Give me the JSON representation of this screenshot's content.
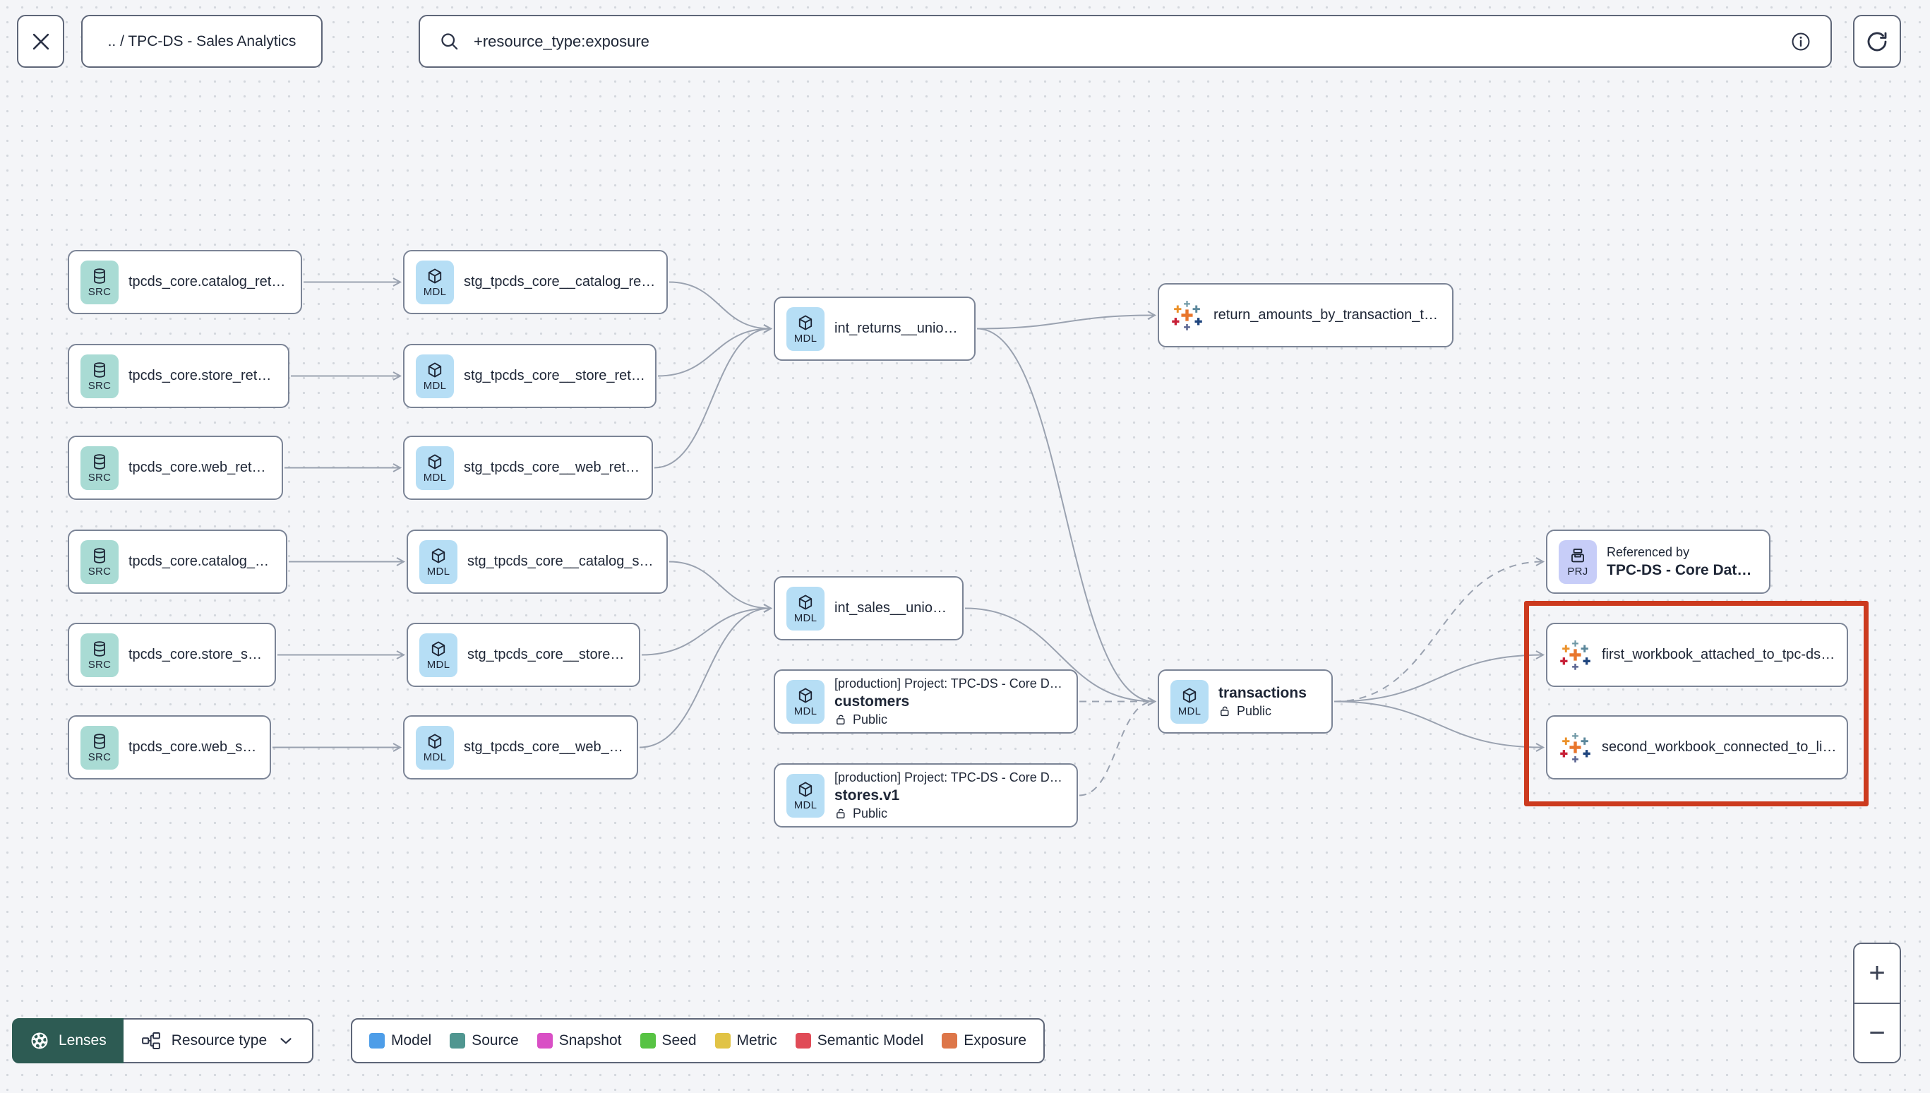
{
  "header": {
    "breadcrumb": ".. / TPC-DS - Sales Analytics",
    "search": {
      "value": "+resource_type:exposure",
      "placeholder": ""
    }
  },
  "icons": {
    "close-icon": "✕",
    "search-icon": "⌕",
    "info-icon": "ⓘ",
    "refresh-icon": "⟳",
    "chevron-down-icon": "⌄",
    "lock-icon": "🔓"
  },
  "graph": {
    "badges": {
      "source": "SRC",
      "model": "MDL",
      "project": "PRJ"
    },
    "nodes": [
      {
        "id": "src_catalog_returns",
        "type": "source",
        "label": "tpcds_core.catalog_returns"
      },
      {
        "id": "src_store_returns",
        "type": "source",
        "label": "tpcds_core.store_returns"
      },
      {
        "id": "src_web_returns",
        "type": "source",
        "label": "tpcds_core.web_returns"
      },
      {
        "id": "src_catalog_sales",
        "type": "source",
        "label": "tpcds_core.catalog_sales"
      },
      {
        "id": "src_store_sales",
        "type": "source",
        "label": "tpcds_core.store_sales"
      },
      {
        "id": "src_web_sales",
        "type": "source",
        "label": "tpcds_core.web_sales"
      },
      {
        "id": "stg_catalog_returns",
        "type": "model",
        "label": "stg_tpcds_core__catalog_returns"
      },
      {
        "id": "stg_store_returns",
        "type": "model",
        "label": "stg_tpcds_core__store_returns"
      },
      {
        "id": "stg_web_returns",
        "type": "model",
        "label": "stg_tpcds_core__web_returns"
      },
      {
        "id": "stg_catalog_sales",
        "type": "model",
        "label": "stg_tpcds_core__catalog_sales"
      },
      {
        "id": "stg_store_sales",
        "type": "model",
        "label": "stg_tpcds_core__store_sales"
      },
      {
        "id": "stg_web_sales",
        "type": "model",
        "label": "stg_tpcds_core__web_sales"
      },
      {
        "id": "int_returns_unioned",
        "type": "model",
        "label": "int_returns__unioned"
      },
      {
        "id": "int_sales_unioned",
        "type": "model",
        "label": "int_sales__unioned"
      },
      {
        "id": "customers",
        "type": "model",
        "context": "[production] Project: TPC-DS - Core Data Mo…",
        "label": "customers",
        "access": "Public"
      },
      {
        "id": "stores_v1",
        "type": "model",
        "context": "[production] Project: TPC-DS - Core Data Mo…",
        "label": "stores.v1",
        "access": "Public"
      },
      {
        "id": "return_amounts_by_transaction_type",
        "type": "exposure",
        "label": "return_amounts_by_transaction_type"
      },
      {
        "id": "transactions",
        "type": "model",
        "label": "transactions",
        "access": "Public"
      },
      {
        "id": "referenced_by",
        "type": "project",
        "context": "Referenced by",
        "label": "TPC-DS - Core Data Models"
      },
      {
        "id": "first_workbook",
        "type": "exposure",
        "label": "first_workbook_attached_to_tpc-ds_-_…"
      },
      {
        "id": "second_workbook",
        "type": "exposure",
        "label": "second_workbook_connected_to_live…"
      }
    ],
    "edges": [
      {
        "from": "src_catalog_returns",
        "to": "stg_catalog_returns",
        "style": "solid"
      },
      {
        "from": "src_store_returns",
        "to": "stg_store_returns",
        "style": "solid"
      },
      {
        "from": "src_web_returns",
        "to": "stg_web_returns",
        "style": "solid"
      },
      {
        "from": "src_catalog_sales",
        "to": "stg_catalog_sales",
        "style": "solid"
      },
      {
        "from": "src_store_sales",
        "to": "stg_store_sales",
        "style": "solid"
      },
      {
        "from": "src_web_sales",
        "to": "stg_web_sales",
        "style": "solid"
      },
      {
        "from": "stg_catalog_returns",
        "to": "int_returns_unioned",
        "style": "solid"
      },
      {
        "from": "stg_store_returns",
        "to": "int_returns_unioned",
        "style": "solid"
      },
      {
        "from": "stg_web_returns",
        "to": "int_returns_unioned",
        "style": "solid"
      },
      {
        "from": "stg_catalog_sales",
        "to": "int_sales_unioned",
        "style": "solid"
      },
      {
        "from": "stg_store_sales",
        "to": "int_sales_unioned",
        "style": "solid"
      },
      {
        "from": "stg_web_sales",
        "to": "int_sales_unioned",
        "style": "solid"
      },
      {
        "from": "int_returns_unioned",
        "to": "return_amounts_by_transaction_type",
        "style": "solid"
      },
      {
        "from": "int_returns_unioned",
        "to": "transactions",
        "style": "solid"
      },
      {
        "from": "int_sales_unioned",
        "to": "transactions",
        "style": "solid"
      },
      {
        "from": "customers",
        "to": "transactions",
        "style": "dashed"
      },
      {
        "from": "stores_v1",
        "to": "transactions",
        "style": "dashed"
      },
      {
        "from": "transactions",
        "to": "first_workbook",
        "style": "solid"
      },
      {
        "from": "transactions",
        "to": "second_workbook",
        "style": "solid"
      },
      {
        "from": "transactions",
        "to": "referenced_by",
        "style": "dashed"
      }
    ],
    "highlight_color": "#cc3a1e",
    "edge_color": "#9aa2b0"
  },
  "footer": {
    "lenses_label": "Lenses",
    "resource_type_label": "Resource type",
    "legend": [
      {
        "label": "Model",
        "color": "#4d9de8"
      },
      {
        "label": "Source",
        "color": "#509690"
      },
      {
        "label": "Snapshot",
        "color": "#d94fc5"
      },
      {
        "label": "Seed",
        "color": "#57c343"
      },
      {
        "label": "Metric",
        "color": "#e1c345"
      },
      {
        "label": "Semantic Model",
        "color": "#e04b57"
      },
      {
        "label": "Exposure",
        "color": "#dd7649"
      }
    ]
  },
  "zoom_controls": {
    "zoom_in": "+",
    "zoom_out": "−"
  }
}
